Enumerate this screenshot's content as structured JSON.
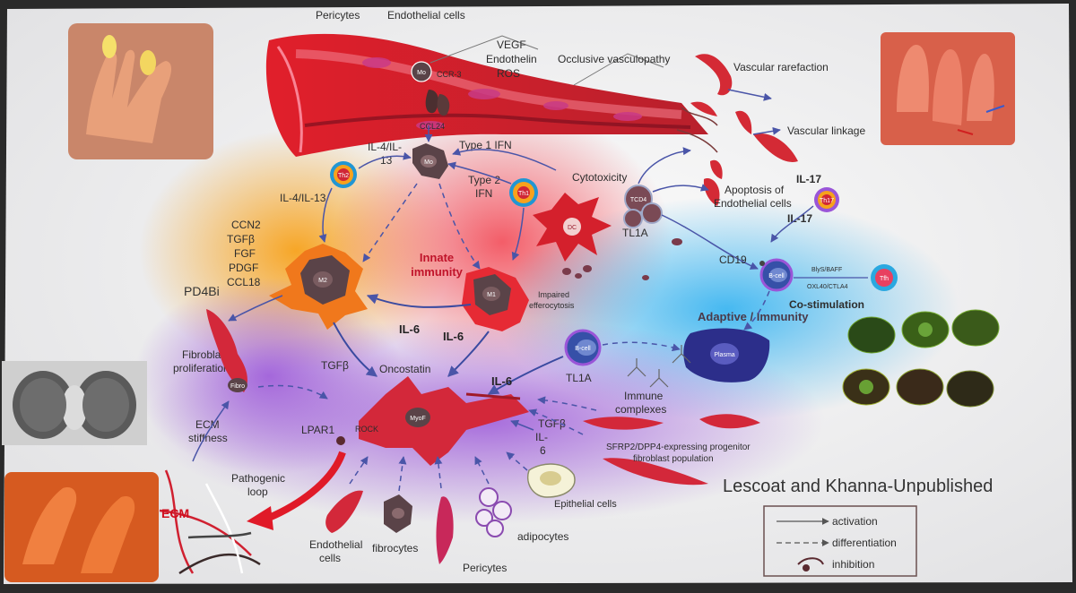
{
  "vessel": {
    "pericytes": "Pericytes",
    "endothelial": "Endothelial cells",
    "vegf": "VEGF",
    "endothelin": "Endothelin",
    "ros": "ROS",
    "occlusive": "Occlusive vasculopathy",
    "ccr3": "CCR-3",
    "ccl24": "CCL24",
    "mo": "Mo"
  },
  "vascular": {
    "rarefaction": "Vascular rarefaction",
    "linkage": "Vascular linkage",
    "apoptosis_1": "Apoptosis of",
    "apoptosis_2": "Endothelial cells",
    "il17_top": "IL-17",
    "il17_bottom": "IL-17"
  },
  "cytokines": {
    "il4_il13_top_1": "IL-4/IL-",
    "il4_il13_top_2": "13",
    "il4_il13_left": "IL-4/IL-13",
    "type1_ifn": "Type 1 IFN",
    "type2_ifn_1": "Type 2",
    "type2_ifn_2": "IFN",
    "cytotoxicity": "Cytotoxicity",
    "ccn2": "CCN2",
    "tgfb": "TGFβ",
    "fgf": "FGF",
    "pdgf": "PDGF",
    "ccl18": "CCL18",
    "pd4bi": "PD4Bi",
    "il6_center": "IL-6",
    "il6_oncostatin": "IL-6",
    "il6_right": "IL-6",
    "tgfb_lower": "TGFβ",
    "oncostatin": "Oncostatin",
    "tgfb_epith": "TGFβ",
    "il6_epith_1": "IL-",
    "il6_epith_2": "6",
    "tl1a_top": "TL1A",
    "tl1a_bottom": "TL1A",
    "cd19": "CD19"
  },
  "cells": {
    "th2": "Th2",
    "th1": "Th1",
    "dc": "DC",
    "m2": "M2",
    "m1": "M1",
    "tcd4": "TCD4",
    "th17": "Th17",
    "bcell_right": "B-cell",
    "tfh": "Tfh",
    "bcell_left": "B-cell",
    "plasma": "Plasma",
    "fibro": "Fibro",
    "myof": "MyoF",
    "mo_mid": "Mo"
  },
  "labels": {
    "innate_1": "Innate",
    "innate_2": "immunity",
    "impaired_1": "Impaired",
    "impaired_2": "efferocytosis",
    "adaptive": "Adaptive / Immunity",
    "costim": "Co-stimulation",
    "blys": "BlyS/BAFF",
    "oxl40": "OXL40/CTLA4",
    "immune_1": "Immune",
    "immune_2": "complexes",
    "fibro_prolif_1": "Fibroblast",
    "fibro_prolif_2": "proliferation",
    "ecm_stiff_1": "ECM",
    "ecm_stiff_2": "stiffness",
    "lpar1": "LPAR1",
    "rock": "ROCK",
    "pathogenic_1": "Pathogenic",
    "pathogenic_2": "loop",
    "ecm": "ECM",
    "endothelial_1": "Endothelial",
    "endothelial_2": "cells",
    "fibrocytes": "fibrocytes",
    "pericytes_bottom": "Pericytes",
    "adipocytes": "adipocytes",
    "epithelial": "Epithelial cells",
    "sfrp2_1": "SFRP2/DPP4-expressing progenitor",
    "sfrp2_2": "fibroblast population",
    "author": "Lescoat and Khanna-Unpublished"
  },
  "legend": {
    "activation": "activation",
    "differentiation": "differentiation",
    "inhibition": "inhibition"
  },
  "colors": {
    "vessel": "#d9232e",
    "orange": "#f39a1e",
    "purple": "#9b5fd0",
    "blue": "#36aee8",
    "red_glow": "#f0505a",
    "cell_dark": "#5a4348"
  }
}
